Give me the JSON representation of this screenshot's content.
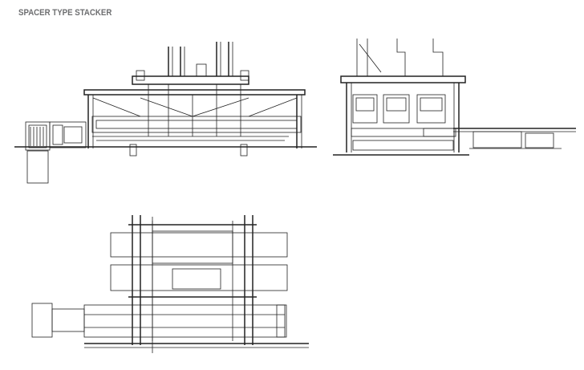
{
  "title": "SPACER TYPE STACKER",
  "views": [
    {
      "name": "side-elevation"
    },
    {
      "name": "end-elevation"
    },
    {
      "name": "plan-view"
    }
  ],
  "colors": {
    "title": "#6d6e70",
    "line": "#222222"
  }
}
